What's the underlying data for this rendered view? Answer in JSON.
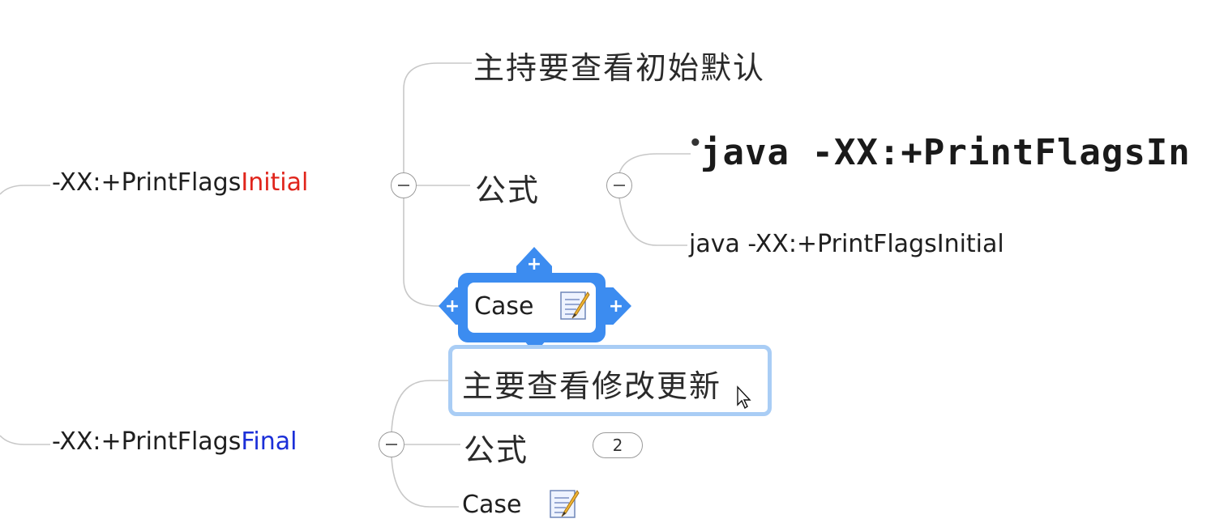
{
  "colors": {
    "initial_accent": "#e0241b",
    "final_accent": "#1b2fd8",
    "selection_blue": "#3c8cf0",
    "editing_blue": "#a9cdf5",
    "connector_gray": "#c4c4c4"
  },
  "branch_initial": {
    "prefix": "-XX:+PrintFlags",
    "accent": "Initial",
    "children": {
      "purpose": "主持要查看初始默认",
      "formula": {
        "label": "公式",
        "image_text": "java -XX:+PrintFlagsIn",
        "text": "java -XX:+PrintFlagsInitial"
      },
      "case": {
        "label": "Case",
        "note_icon": "note-pencil-icon"
      }
    }
  },
  "branch_final": {
    "prefix": "-XX:+PrintFlags",
    "accent": "Final",
    "children": {
      "purpose": "主要查看修改更新",
      "formula": {
        "label": "公式",
        "count": "2"
      },
      "case": {
        "label": "Case",
        "note_icon": "note-pencil-icon"
      }
    }
  },
  "selection_handles": {
    "add": "+"
  },
  "cursor_icon": "mouse-pointer-icon"
}
